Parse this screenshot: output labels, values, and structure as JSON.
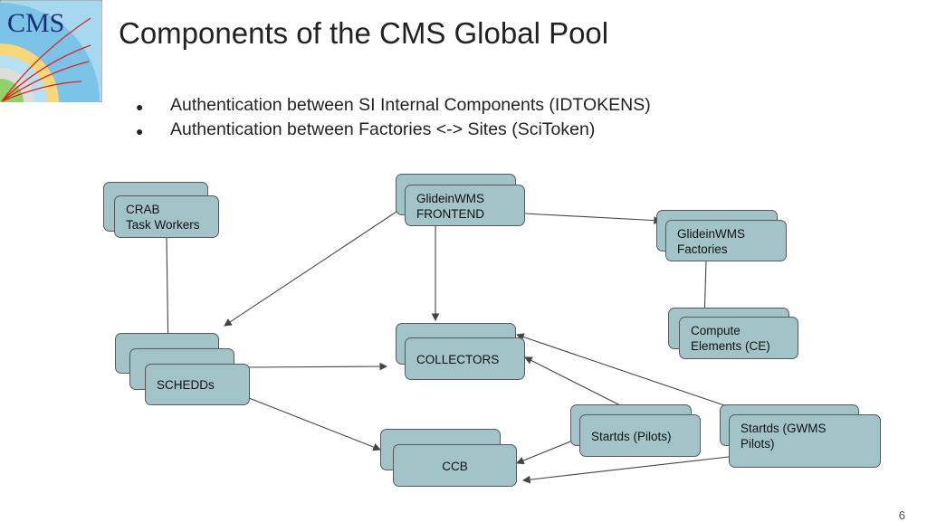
{
  "title": "Components of the CMS Global Pool",
  "logo_text": "CMS",
  "bullets": [
    "Authentication between SI Internal Components (IDTOKENS)",
    "Authentication between Factories <-> Sites (SciToken)"
  ],
  "nodes": {
    "crab": "CRAB\nTask Workers",
    "frontend": "GlideinWMS\nFRONTEND",
    "factories": "GlideinWMS\nFactories",
    "ce": "Compute\nElements (CE)",
    "schedds": "SCHEDDs",
    "collectors": "COLLECTORS",
    "ccb": "CCB",
    "startds_pilots": "Startds (Pilots)",
    "startds_gwms": "Startds (GWMS\nPilots)"
  },
  "page_number": "6"
}
